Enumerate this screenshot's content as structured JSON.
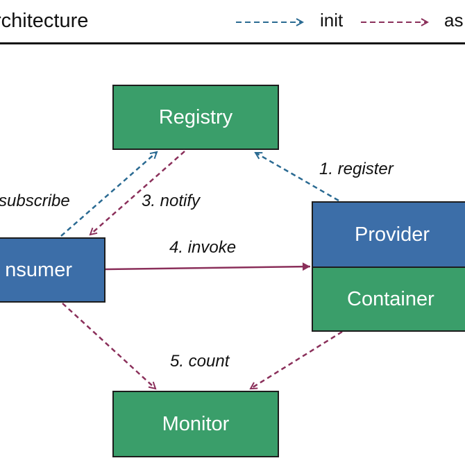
{
  "title": "rchitecture",
  "legend": {
    "init_label": "init",
    "async_label": "as",
    "init_color": "#2a6a92",
    "async_color": "#8a2f5a"
  },
  "nodes": {
    "registry": "Registry",
    "consumer": "nsumer",
    "provider": "Provider",
    "container": "Container",
    "monitor": "Monitor"
  },
  "edges": {
    "register": "1. register",
    "subscribe": "subscribe",
    "notify": "3. notify",
    "invoke": "4. invoke",
    "count": "5. count"
  },
  "colors": {
    "box_green": "#3a9e6a",
    "box_blue": "#3c6ea8",
    "sync_arrow": "#8a2f5a"
  }
}
